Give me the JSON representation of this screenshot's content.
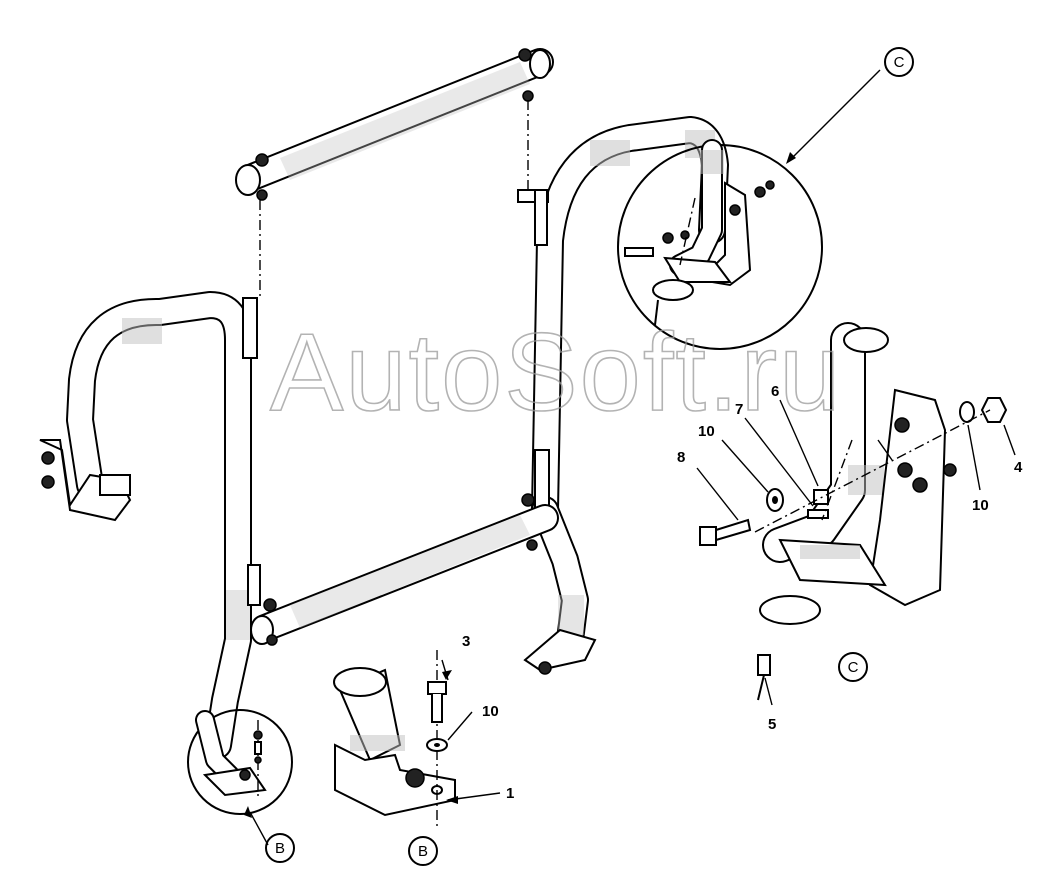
{
  "watermark": "AutoSoft.ru",
  "part_labels": {
    "p1": "1",
    "p3": "3",
    "p4": "4",
    "p5": "5",
    "p6": "6",
    "p7": "7",
    "p8": "8",
    "p10a": "10",
    "p10b": "10",
    "p10c": "10"
  },
  "detail_callouts": {
    "b_left": "B",
    "b_detail": "B",
    "c_top": "C",
    "c_detail": "C"
  },
  "colors": {
    "line": "#000000",
    "background": "#ffffff",
    "watermark": "#9a9a9a"
  }
}
